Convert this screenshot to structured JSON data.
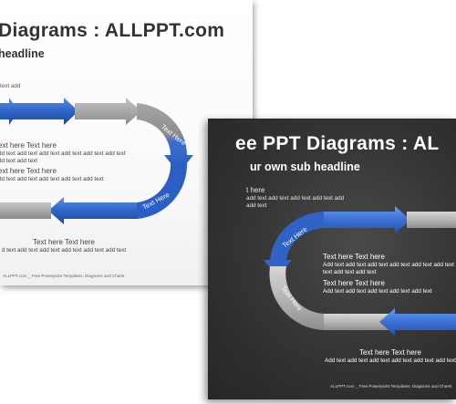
{
  "light_slide": {
    "title": "Diagrams : ALLPPT.com",
    "subtitle": "headline",
    "top_text": "text add",
    "ring_label_1": "Text Here",
    "ring_label_2": "Text Here",
    "block1_heading": "ext here Text here",
    "block1_body_1": "dd text add text add text add text add text add text",
    "block1_body_2": "dd text add text",
    "block2_heading": "ext here Text here",
    "block2_body": "dd text add text add text add text add text",
    "bottom_heading": "Text here Text here",
    "bottom_body": "d text add text add text add text add text add text",
    "footer": "ALLPPT.com _ Free Powerpoint Templates, Diagrams and Charts"
  },
  "dark_slide": {
    "title": "ee PPT Diagrams : AL",
    "subtitle": "ur own sub headline",
    "top_heading": "t here",
    "top_body_1": "add text add text add text add text add",
    "top_body_2": "add text",
    "ring_label_1": "Text Here",
    "ring_label_2": "Text Here",
    "block1_heading": "Text here Text here",
    "block1_body_1": "Add text add text add text add text add text add text add",
    "block1_body_2": "text add text add text",
    "block2_heading": "Text here Text here",
    "block2_body": "Add text add text add text add text add text",
    "bottom_heading": "Text here Text here",
    "bottom_body": "Add text add text add text add text add text add text",
    "footer": "ALLPPT.com _ Free Powerpoint Templates, Diagrams and Charts"
  },
  "colors": {
    "blue": "#2b63c9",
    "gray": "#9a9a9a",
    "light_title": "#3a3a3a",
    "dark_title": "#ffffff"
  }
}
